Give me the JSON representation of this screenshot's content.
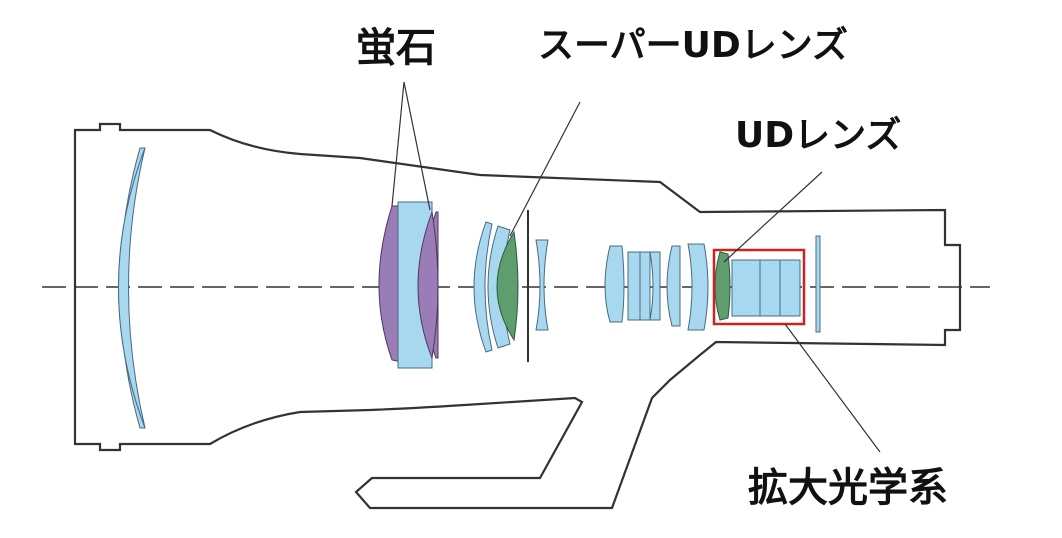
{
  "labels": {
    "fluorite": "蛍石",
    "super_ud": "スーパーUDレンズ",
    "ud": "UDレンズ",
    "extender": "拡大光学系"
  },
  "colors": {
    "outline": "#333333",
    "standard_lens": "#a8d8f0",
    "fluorite_lens": "#9a7cb6",
    "super_ud_lens": "#5e9e6e",
    "ud_lens": "#5e9e6e",
    "highlight_box": "#cc2222",
    "optical_axis": "#333333"
  }
}
